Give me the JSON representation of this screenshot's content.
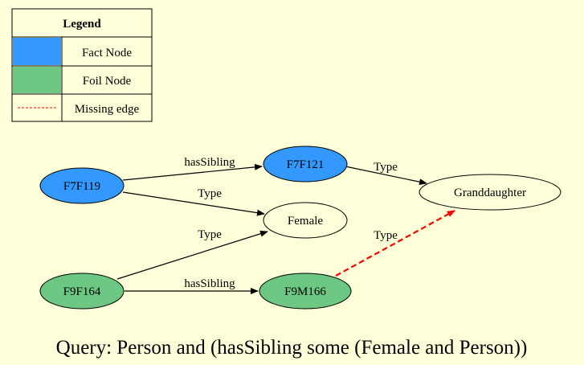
{
  "legend": {
    "title": "Legend",
    "rows": [
      {
        "label": "Fact Node",
        "swatch": "fact-color"
      },
      {
        "label": "Foil Node",
        "swatch": "foil-color"
      },
      {
        "label": "Missing edge",
        "swatch": "missing-line"
      }
    ]
  },
  "nodes": {
    "f7f119": {
      "label": "F7F119",
      "kind": "fact"
    },
    "f7f121": {
      "label": "F7F121",
      "kind": "fact"
    },
    "granddaughter": {
      "label": "Granddaughter",
      "kind": "plain"
    },
    "female": {
      "label": "Female",
      "kind": "plain"
    },
    "f9f164": {
      "label": "F9F164",
      "kind": "foil"
    },
    "f9m166": {
      "label": "F9M166",
      "kind": "foil"
    }
  },
  "edges": {
    "f7f119_f7f121": {
      "label": "hasSibling",
      "from": "F7F119",
      "to": "F7F121",
      "style": "solid"
    },
    "f7f121_granddaughter": {
      "label": "Type",
      "from": "F7F121",
      "to": "Granddaughter",
      "style": "solid"
    },
    "f7f119_female": {
      "label": "Type",
      "from": "F7F119",
      "to": "Female",
      "style": "solid"
    },
    "f9f164_female": {
      "label": "Type",
      "from": "F9F164",
      "to": "Female",
      "style": "solid"
    },
    "f9f164_f9m166": {
      "label": "hasSibling",
      "from": "F9F164",
      "to": "F9M166",
      "style": "solid"
    },
    "f9m166_granddaughter": {
      "label": "Type",
      "from": "F9M166",
      "to": "Granddaughter",
      "style": "dashed-missing"
    }
  },
  "query": "Query: Person and (hasSibling some (Female and Person))",
  "colors": {
    "background": "#ffffd9",
    "fact": "#3399ff",
    "foil": "#6cc783",
    "missing_edge": "#ff0000",
    "line": "#000000"
  }
}
